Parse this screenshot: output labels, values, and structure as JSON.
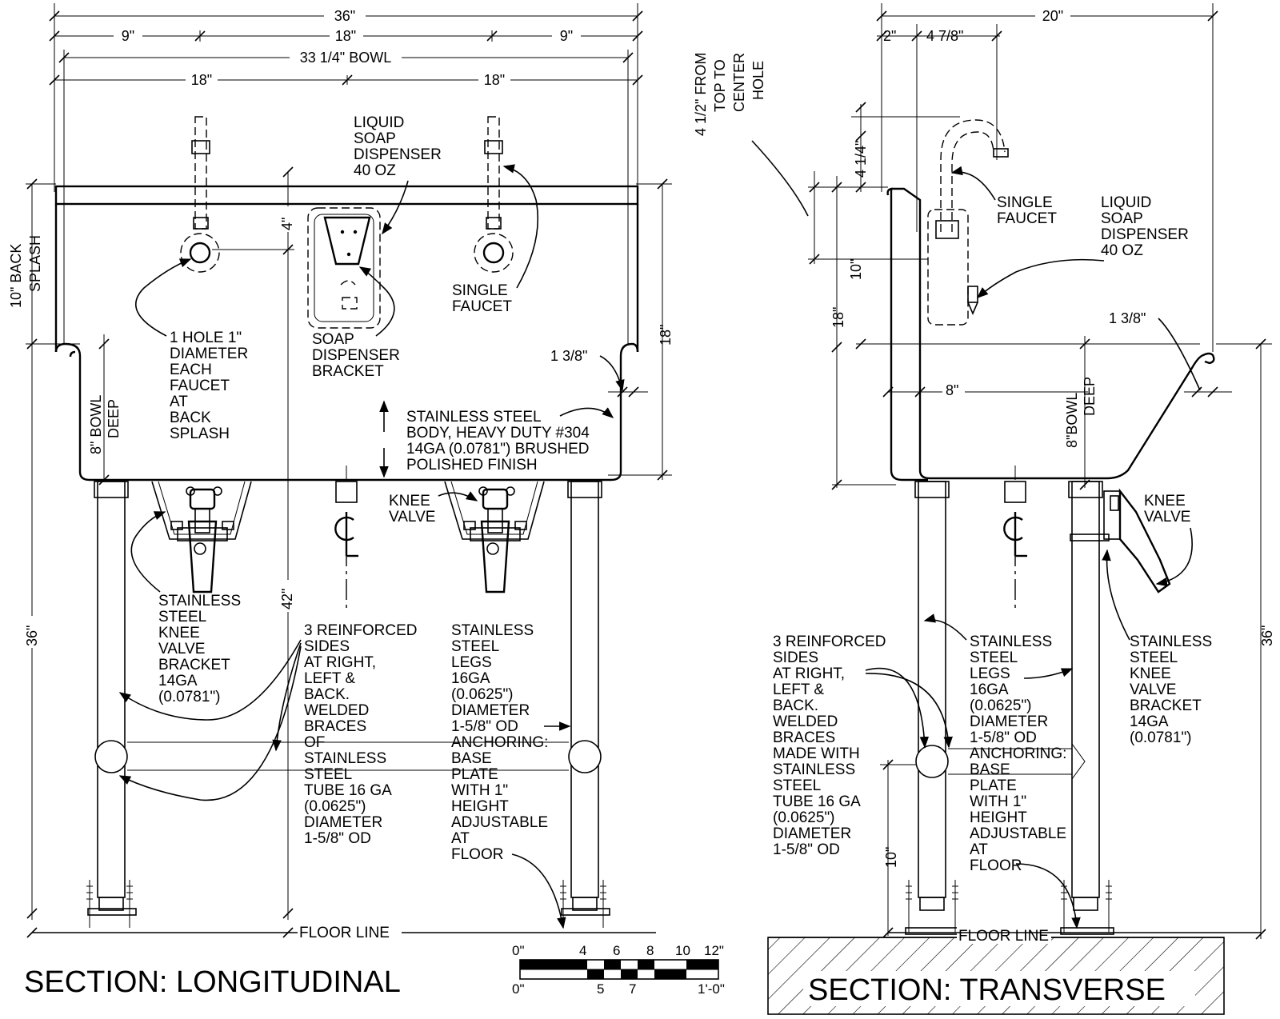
{
  "longitudinal": {
    "title": "SECTION: LONGITUDINAL",
    "dims": {
      "overall": "36\"",
      "left": "9\"",
      "middle": "18\"",
      "right": "9\"",
      "bowl": "33 1/4\" BOWL",
      "faucet_left": "18\"",
      "faucet_right": "18\"",
      "faucet_down": "4\"",
      "back_splash": [
        "10\" BACK",
        "SPLASH"
      ],
      "side_18": "18\"",
      "rim": "1 3/8\"",
      "bowl_deep": [
        "8\" BOWL",
        "DEEP"
      ],
      "height_36": "36\"",
      "height_42": "42\""
    },
    "labels": {
      "soap_dispenser": [
        "LIQUID",
        "SOAP",
        "DISPENSER",
        "40 OZ"
      ],
      "hole": [
        "1 HOLE 1\"",
        "DIAMETER",
        "EACH",
        "FAUCET",
        "AT",
        "BACK",
        "SPLASH"
      ],
      "bracket": [
        "SOAP",
        "DISPENSER",
        "BRACKET"
      ],
      "faucet": [
        "SINGLE",
        "FAUCET"
      ],
      "body": [
        "STAINLESS STEEL",
        "BODY, HEAVY DUTY #304",
        "14GA (0.0781\") BRUSHED",
        "POLISHED FINISH"
      ],
      "knee_valve": [
        "KNEE",
        "VALVE"
      ],
      "knee_bracket": [
        "STAINLESS",
        "STEEL",
        "KNEE",
        "VALVE",
        "BRACKET",
        "14GA",
        "(0.0781\")"
      ],
      "sides": [
        "3 REINFORCED",
        "SIDES",
        "AT RIGHT,",
        "LEFT &",
        "BACK.",
        "WELDED",
        "BRACES",
        "OF",
        "STAINLESS",
        "STEEL",
        "TUBE 16 GA",
        "(0.0625\")",
        "DIAMETER",
        "1-5/8\" OD"
      ],
      "legs": [
        "STAINLESS",
        "STEEL",
        "LEGS",
        "16GA",
        "(0.0625\")",
        "DIAMETER",
        "1-5/8\" OD",
        "ANCHORING:",
        "BASE",
        "PLATE",
        "WITH 1\"",
        "HEIGHT",
        "ADJUSTABLE",
        "AT",
        "FLOOR"
      ],
      "floor_line": "FLOOR LINE",
      "centerline": "CL"
    }
  },
  "transverse": {
    "title": "SECTION: TRANSVERSE",
    "dims": {
      "overall": "20\"",
      "a": "2\"",
      "b": "4 7/8\"",
      "top_to_hole": [
        "4 1/2\" FROM",
        "TOP TO",
        "CENTER",
        "HOLE"
      ],
      "d_4_1_4": "4 1/4\"",
      "d_10": "10\"",
      "d_18": "18\"",
      "rim": "1 3/8\"",
      "d_8": "8\"",
      "bowl_deep": [
        "8\"BOWL",
        "DEEP"
      ],
      "height_36": "36\"",
      "d_10_low": "10\""
    },
    "labels": {
      "faucet": [
        "SINGLE",
        "FAUCET"
      ],
      "soap_dispenser": [
        "LIQUID",
        "SOAP",
        "DISPENSER",
        "40 OZ"
      ],
      "knee_valve": [
        "KNEE",
        "VALVE"
      ],
      "sides": [
        "3 REINFORCED",
        "SIDES",
        "AT RIGHT,",
        "LEFT &",
        "BACK.",
        "WELDED",
        "BRACES",
        "MADE WITH",
        "STAINLESS",
        "STEEL",
        "TUBE 16 GA",
        "(0.0625\")",
        "DIAMETER",
        "1-5/8\" OD"
      ],
      "legs": [
        "STAINLESS",
        "STEEL",
        "LEGS",
        "16GA",
        "(0.0625\")",
        "DIAMETER",
        "1-5/8\" OD",
        "ANCHORING:",
        "BASE",
        "PLATE",
        "WITH 1\"",
        "HEIGHT",
        "ADJUSTABLE",
        "AT",
        "FLOOR"
      ],
      "knee_bracket": [
        "STAINLESS",
        "STEEL",
        "KNEE",
        "VALVE",
        "BRACKET",
        "14GA",
        "(0.0781\")"
      ],
      "floor_line": "FLOOR LINE",
      "centerline": "CL"
    }
  },
  "scale_bar": {
    "top_labels": [
      "0\"",
      "4",
      "6",
      "8",
      "10",
      "12\""
    ],
    "bottom_labels": [
      "0\"",
      "5",
      "7",
      "1'-0\""
    ]
  }
}
